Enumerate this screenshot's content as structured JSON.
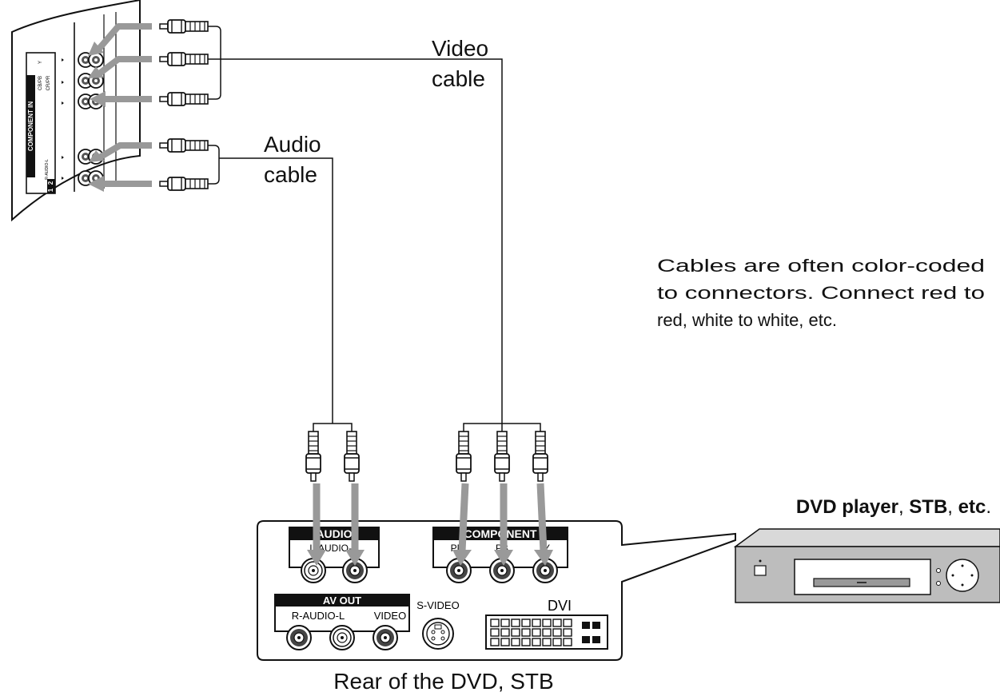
{
  "labels": {
    "video_cable_line1": "Video",
    "video_cable_line2": "cable",
    "audio_cable_line1": "Audio",
    "audio_cable_line2": "cable",
    "note_line1": "Cables are often color-coded",
    "note_line2": "to connectors. Connect red to",
    "note_line3": "red, white to white, etc.",
    "device_part1": "DVD player",
    "device_sep1": ", ",
    "device_part2": "STB",
    "device_sep2": ", ",
    "device_part3": "etc",
    "device_end": ".",
    "rear_caption": "Rear of the DVD, STB"
  },
  "tv_panel": {
    "header": "COMPONENT IN",
    "labels": [
      "Y",
      "CB/PB",
      "CR/PR",
      "R-AUDIO-L"
    ],
    "numbers": [
      "1",
      "2"
    ]
  },
  "rear_panel": {
    "audio_header": "AUDIO",
    "audio_sub": "L-AUDIO-R",
    "component_header": "COMPONENT",
    "component_sub": [
      "PR",
      "PB",
      "Y"
    ],
    "av_out_header": "AV OUT",
    "av_out_audio": "R-AUDIO-L",
    "av_out_video": "VIDEO",
    "s_video": "S-VIDEO",
    "dvi": "DVI"
  },
  "colors": {
    "line": "#111111",
    "arrow": "#999999",
    "device_body": "#bdbdbd",
    "device_top": "#d9d9d9"
  }
}
